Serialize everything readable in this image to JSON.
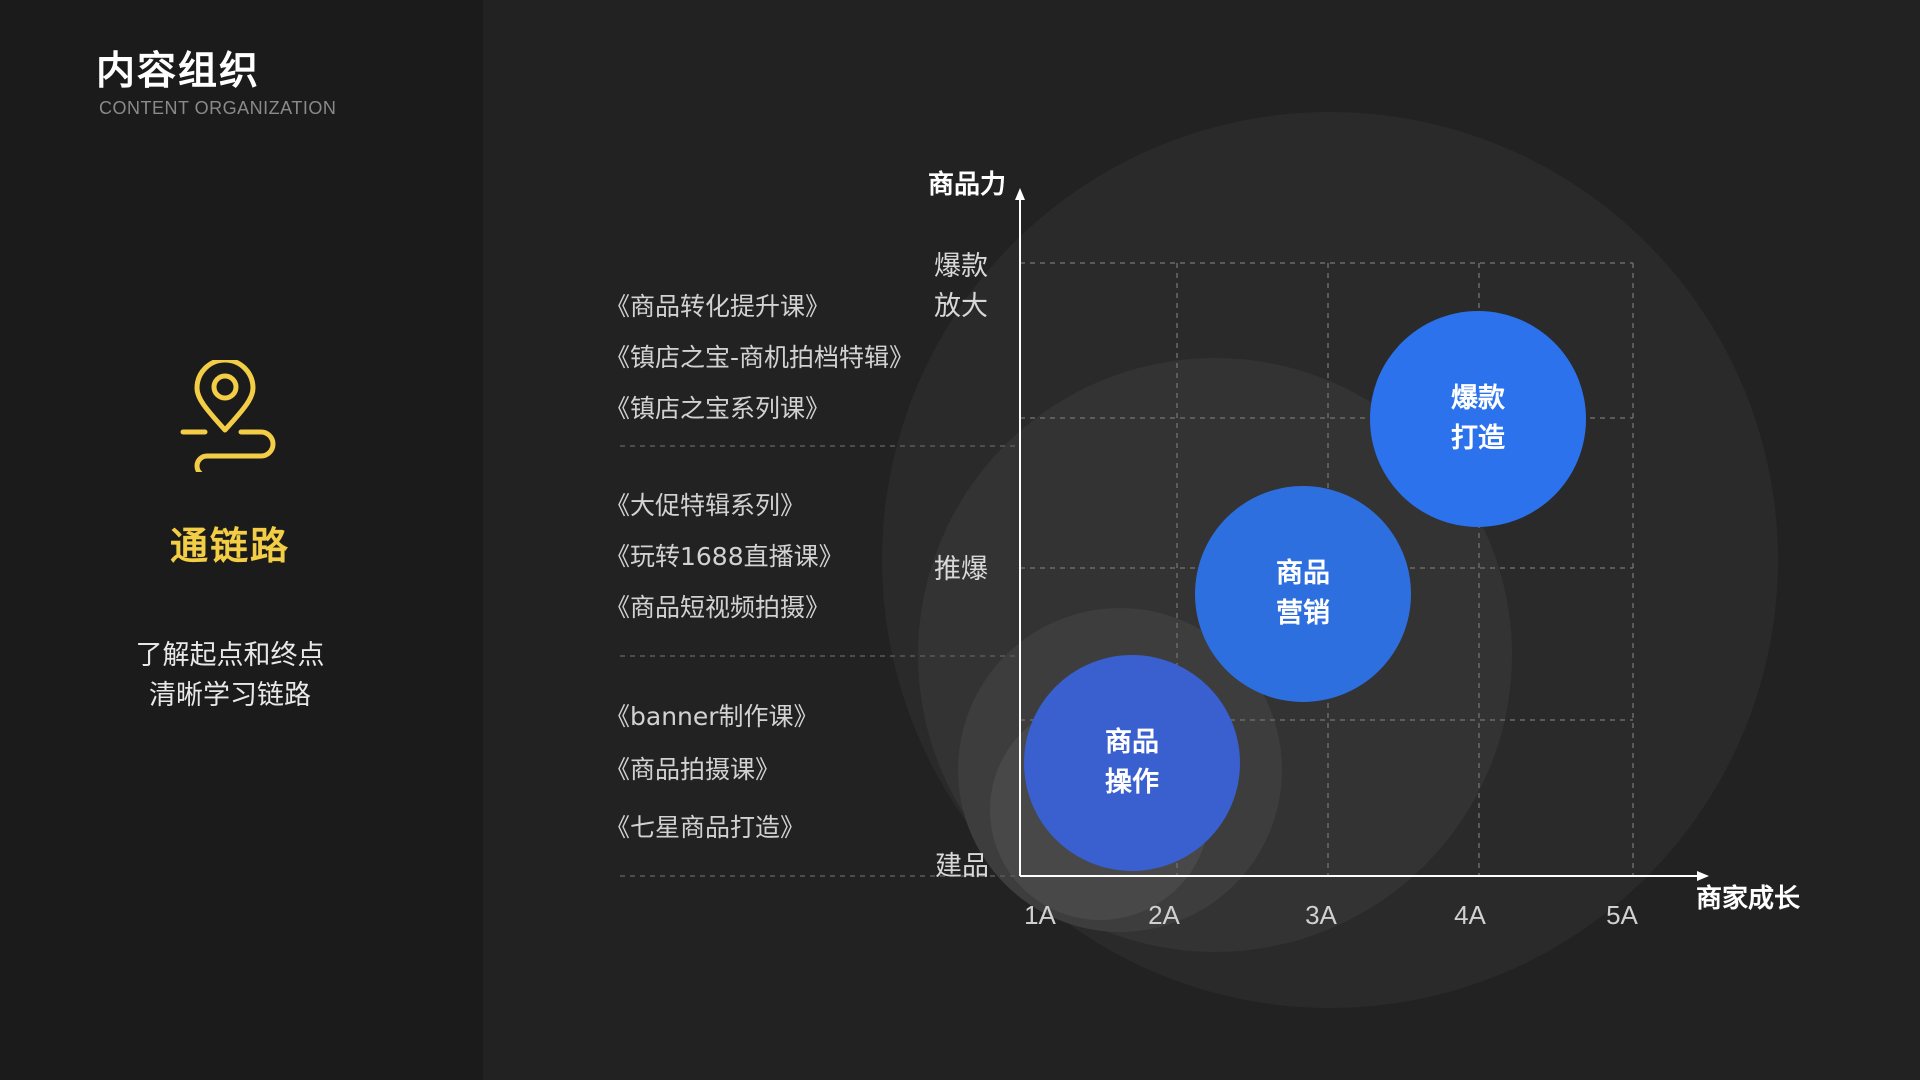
{
  "header": {
    "title": "内容组织",
    "subtitle": "CONTENT ORGANIZATION"
  },
  "sidebar": {
    "icon": "map-pin-route-icon",
    "section_title": "通链路",
    "desc_line1": "了解起点和终点",
    "desc_line2": "清晰学习链路"
  },
  "colors": {
    "accent_yellow": "#f2cd45",
    "bubble_blue_1": "#3a5fcf",
    "bubble_blue_2": "#2e6fe0",
    "bubble_blue_3": "#2b72ec",
    "background": "#222222",
    "sidebar": "#1b1b1b"
  },
  "courses": {
    "group_top": [
      "《商品转化提升课》",
      "《镇店之宝-商机拍档特辑》",
      "《镇店之宝系列课》"
    ],
    "group_middle": [
      "《大促特辑系列》",
      "《玩转1688直播课》",
      "《商品短视频拍摄》"
    ],
    "group_bottom": [
      "《banner制作课》",
      "《商品拍摄课》",
      "《七星商品打造》"
    ]
  },
  "chart": {
    "y_axis_label": "商品力",
    "x_axis_label": "商家成长",
    "y_tick_top_1": "爆款",
    "y_tick_top_2": "放大",
    "y_tick_mid": "推爆",
    "y_tick_bottom": "建品",
    "x_ticks": [
      "1A",
      "2A",
      "3A",
      "4A",
      "5A"
    ]
  },
  "bubbles": [
    {
      "line1": "商品",
      "line2": "操作"
    },
    {
      "line1": "商品",
      "line2": "营销"
    },
    {
      "line1": "爆款",
      "line2": "打造"
    }
  ]
}
